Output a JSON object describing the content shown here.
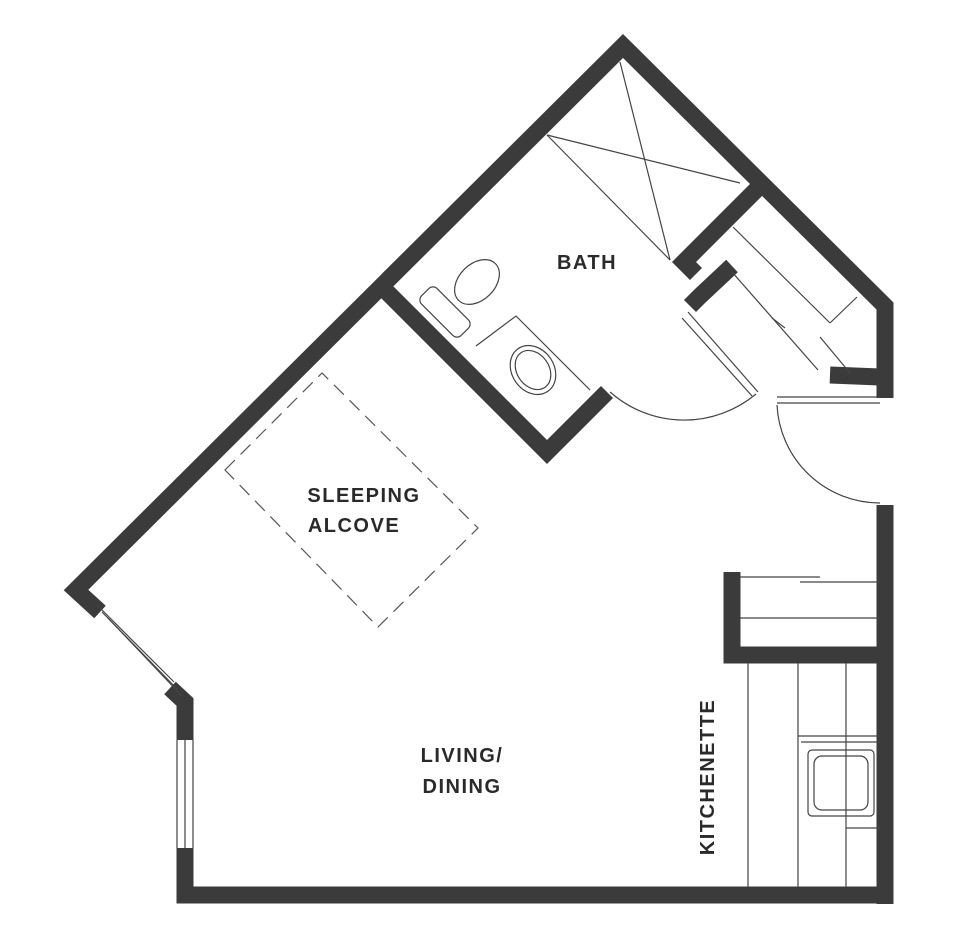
{
  "colors": {
    "wall": "#3b3b3b",
    "background": "#ffffff"
  },
  "rooms": {
    "bath": "BATH",
    "sleeping_line1": "SLEEPING",
    "sleeping_line2": "ALCOVE",
    "living_line1": "LIVING/",
    "living_line2": "DINING",
    "kitchenette": "KITCHENETTE"
  }
}
